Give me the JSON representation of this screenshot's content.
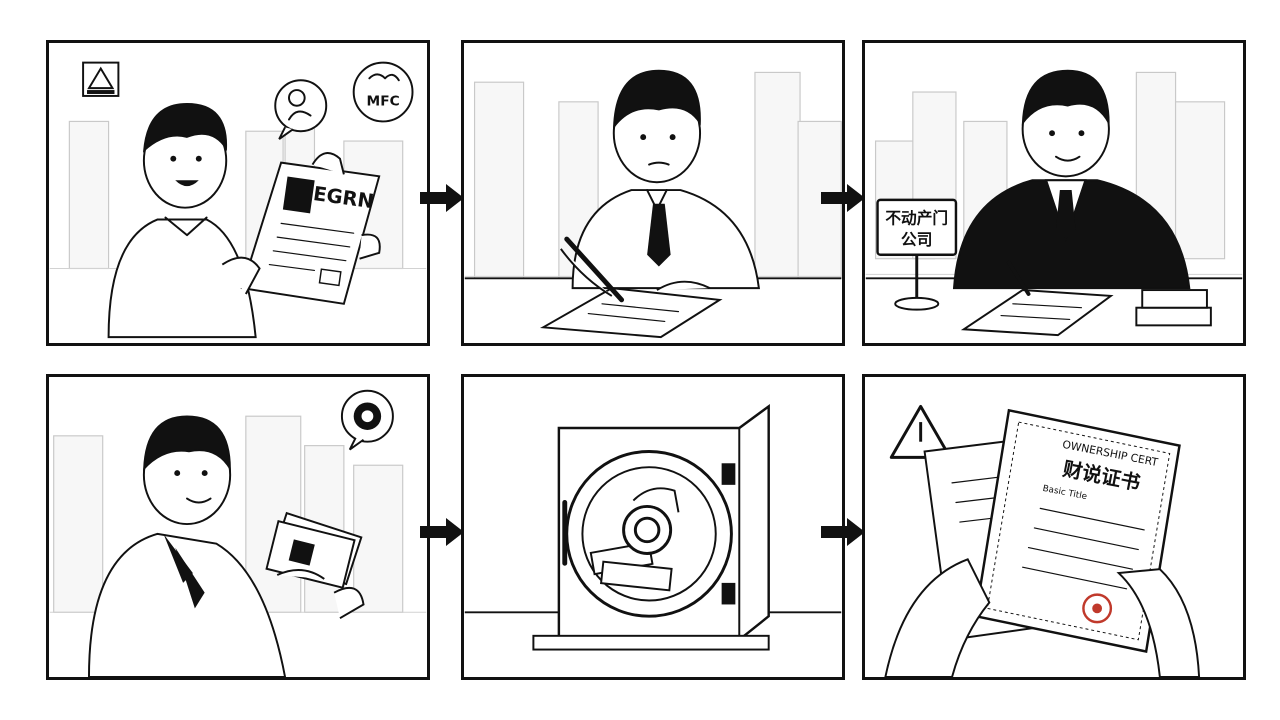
{
  "panels": [
    {
      "document_label": "EGRN",
      "bubble_label": "MFC"
    },
    {},
    {
      "sign_line1": "不动产门",
      "sign_line2": "公司"
    },
    {},
    {},
    {
      "certificate_header": "OWNERSHIP CERT",
      "certificate_title": "财说证书",
      "certificate_line": "Basic Title"
    }
  ],
  "colors": {
    "ink": "#111111",
    "background": "#ffffff",
    "city": "#d2d2d2",
    "stamp": "#c0392b"
  }
}
